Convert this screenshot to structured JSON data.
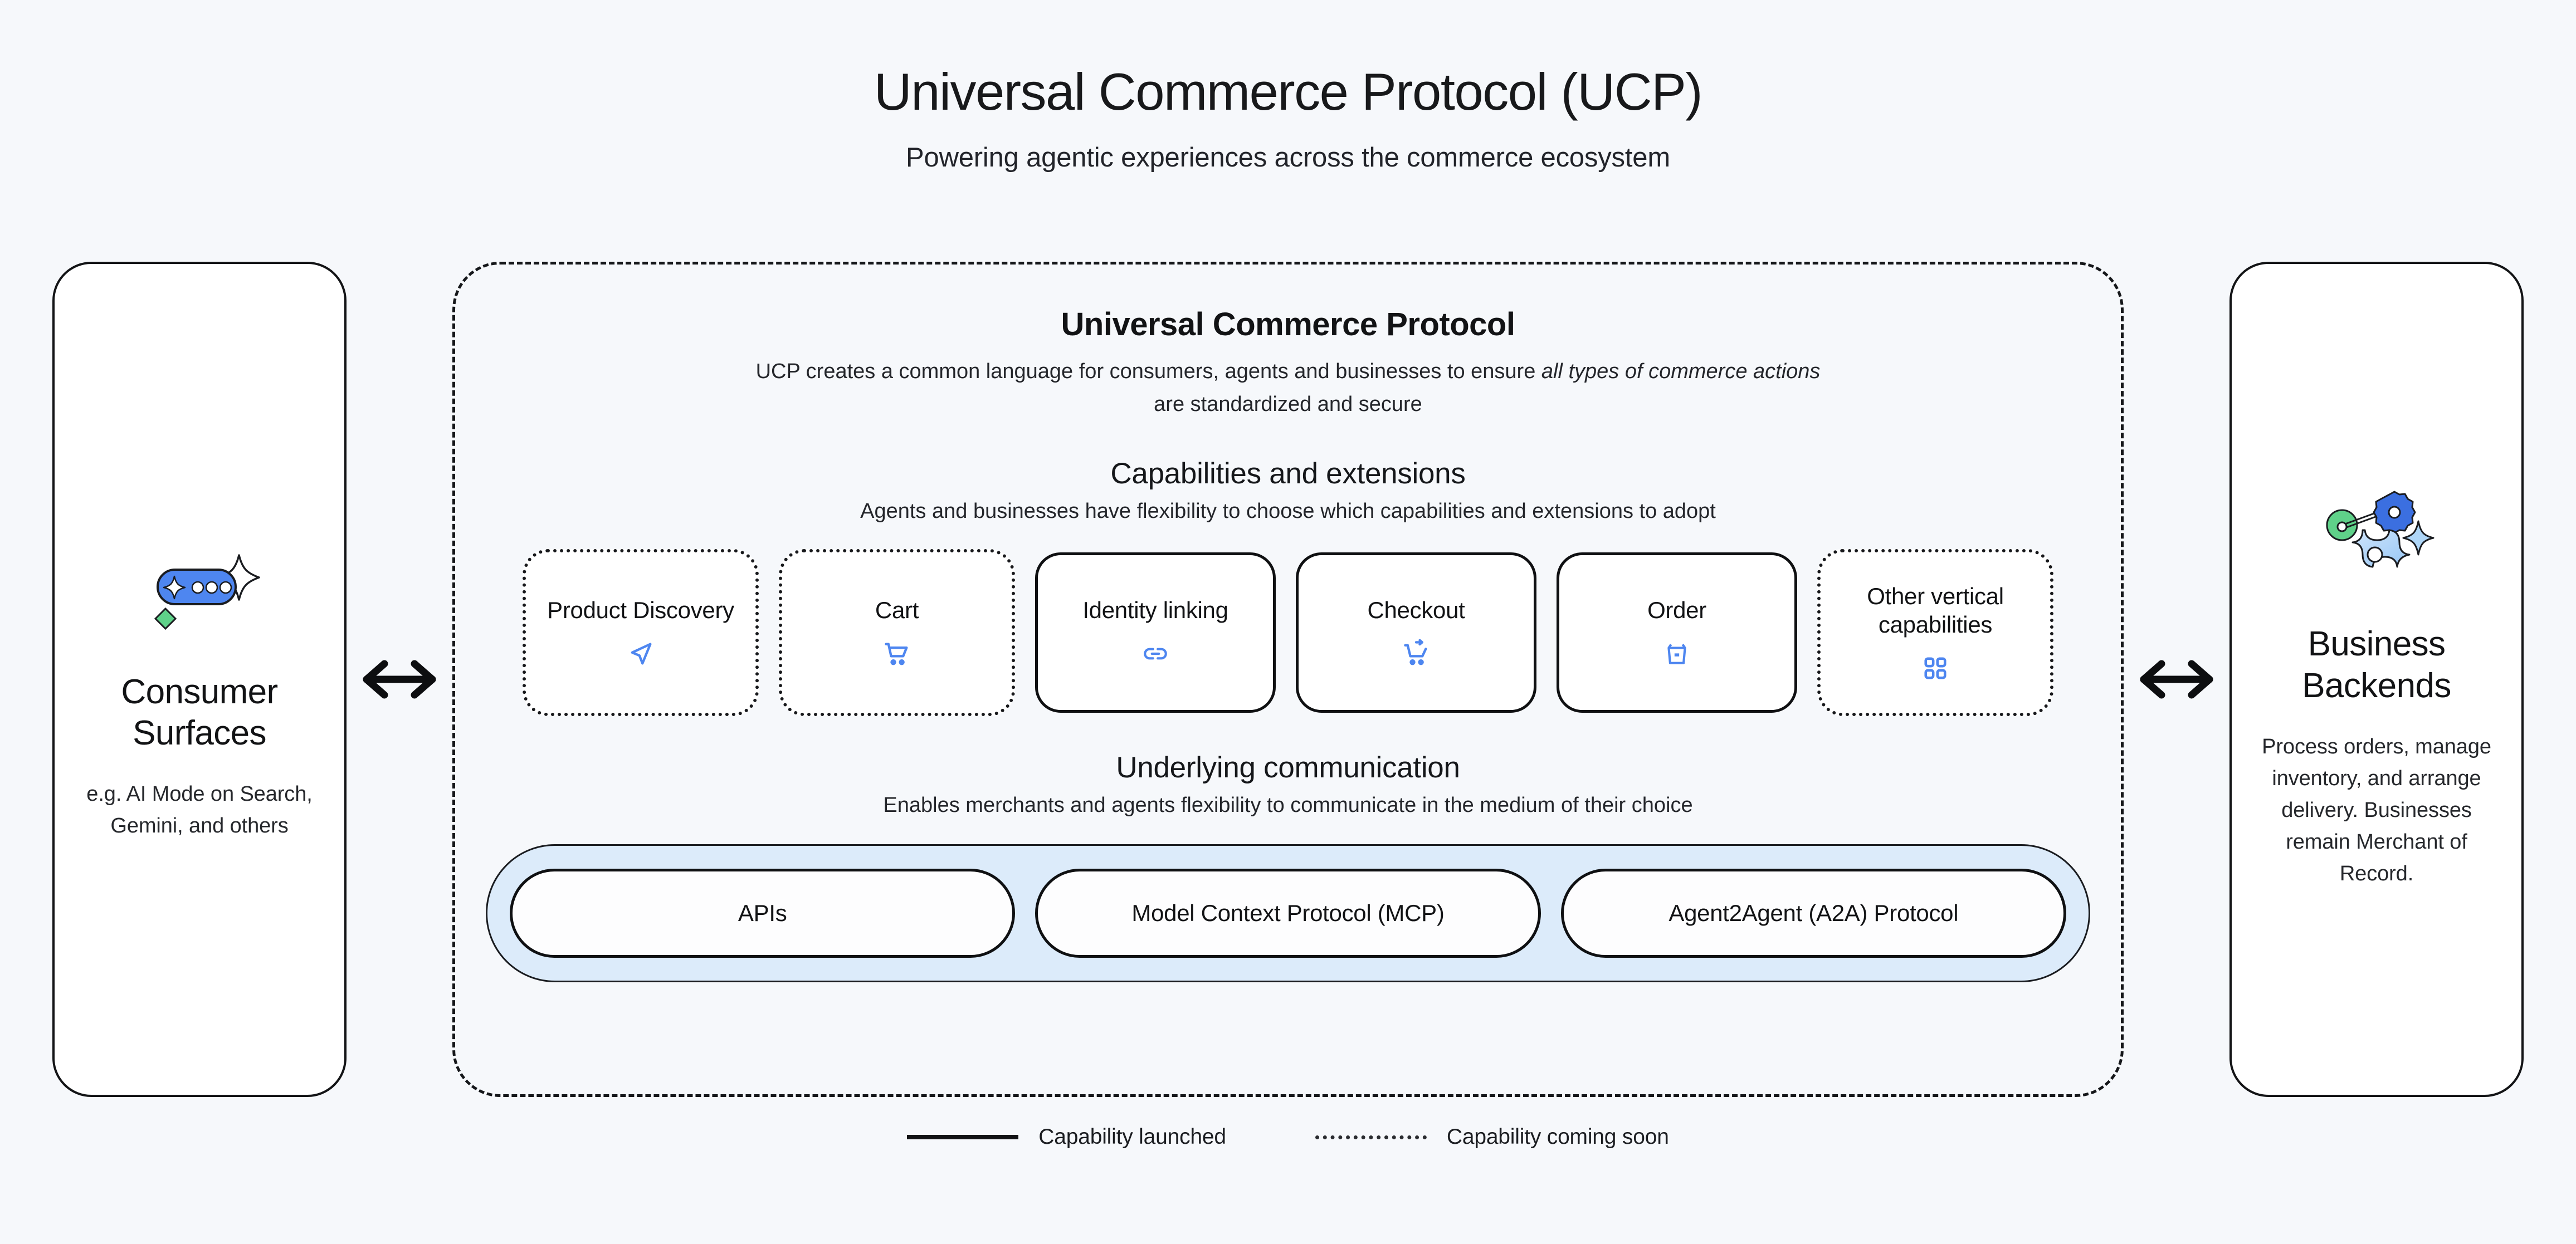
{
  "header": {
    "title": "Universal Commerce Protocol (UCP)",
    "subtitle": "Powering agentic experiences across the commerce ecosystem"
  },
  "left_panel": {
    "icon": "ai-chat-sparkle-icon",
    "title": "Consumer Surfaces",
    "description": "e.g. AI Mode on Search, Gemini, and others"
  },
  "right_panel": {
    "icon": "gears-settings-icon",
    "title": "Business Backends",
    "description": "Process orders, manage inventory, and arrange delivery. Businesses remain Merchant of Record."
  },
  "arrows": {
    "left_arrow": "double-headed-arrow-icon",
    "right_arrow": "double-headed-arrow-icon"
  },
  "ucp": {
    "title": "Universal Commerce Protocol",
    "description_part1": "UCP creates a common language for consumers, agents and businesses to ensure ",
    "description_italic": "all types of commerce actions",
    "description_part2": " are standardized and secure",
    "capabilities_title": "Capabilities and extensions",
    "capabilities_subtitle": "Agents and businesses have flexibility to choose which capabilities and extensions to adopt",
    "capabilities": [
      {
        "label": "Product Discovery",
        "status": "soon",
        "icon": "navigation-arrow-icon"
      },
      {
        "label": "Cart",
        "status": "soon",
        "icon": "shopping-cart-icon"
      },
      {
        "label": "Identity linking",
        "status": "launched",
        "icon": "link-chain-icon"
      },
      {
        "label": "Checkout",
        "status": "launched",
        "icon": "cart-checkout-icon"
      },
      {
        "label": "Order",
        "status": "launched",
        "icon": "shopping-bag-icon"
      },
      {
        "label": "Other vertical capabilities",
        "status": "soon",
        "icon": "grid-apps-icon"
      }
    ],
    "communication_title": "Underlying communication",
    "communication_subtitle": "Enables merchants and agents flexibility to communicate in the medium of their choice",
    "protocols": [
      {
        "label": "APIs"
      },
      {
        "label": "Model Context Protocol (MCP)"
      },
      {
        "label": "Agent2Agent (A2A) Protocol"
      }
    ]
  },
  "legend": [
    {
      "label": "Capability launched",
      "style": "solid"
    },
    {
      "label": "Capability coming soon",
      "style": "dotted"
    }
  ],
  "colors": {
    "background": "#f6f8fb",
    "accent_blue": "#4e86f0",
    "band_blue": "#dcebfa",
    "accent_green": "#5fd189",
    "ink": "#121315"
  }
}
